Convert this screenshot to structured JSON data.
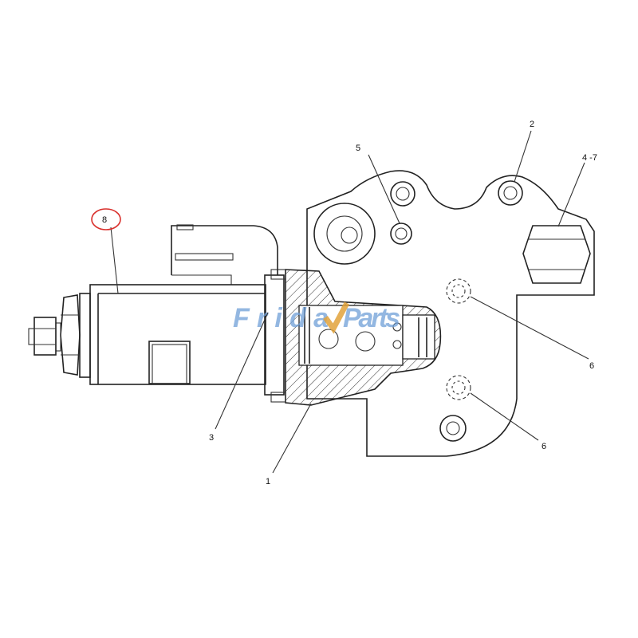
{
  "diagram": {
    "callouts": [
      {
        "id": "8",
        "label": "8",
        "highlighted": true
      },
      {
        "id": "5",
        "label": "5"
      },
      {
        "id": "2",
        "label": "2"
      },
      {
        "id": "4-7",
        "label": "4 -7"
      },
      {
        "id": "6a",
        "label": "6"
      },
      {
        "id": "6b",
        "label": "6"
      },
      {
        "id": "3",
        "label": "3"
      },
      {
        "id": "1",
        "label": "1"
      }
    ],
    "highlight_color": "#d9302c",
    "line_color": "#222222"
  },
  "watermark": {
    "text_a": "Frida",
    "text_b": "Parts",
    "color": "#6f9fd8",
    "accent_color": "#e2a23a"
  }
}
